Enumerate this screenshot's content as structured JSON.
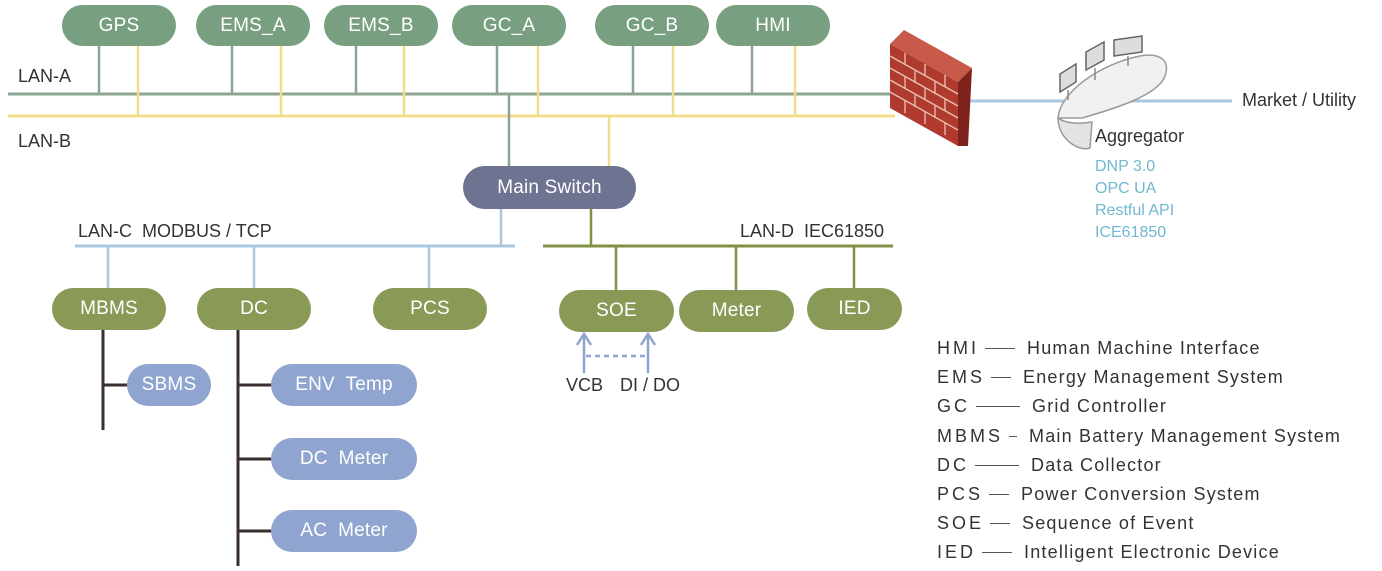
{
  "networks": {
    "lan_a": "LAN-A",
    "lan_b": "LAN-B",
    "lan_c": "LAN-C  MODBUS / TCP",
    "lan_d": "LAN-D  IEC61850"
  },
  "top_nodes": [
    "GPS",
    "EMS_A",
    "EMS_B",
    "GC_A",
    "GC_B",
    "HMI"
  ],
  "main_switch": "Main Switch",
  "lan_c_nodes": [
    "MBMS",
    "DC",
    "PCS"
  ],
  "lan_d_nodes": [
    "SOE",
    "Meter",
    "IED"
  ],
  "mbms_children": [
    "SBMS"
  ],
  "dc_children": [
    "ENV  Temp",
    "DC  Meter",
    "AC  Meter"
  ],
  "soe_inputs": [
    "VCB",
    "DI / DO"
  ],
  "external": {
    "aggregator": "Aggregator",
    "market": "Market / Utility",
    "protocols": [
      "DNP 3.0",
      "OPC UA",
      "Restful API",
      "ICE61850"
    ]
  },
  "legend": [
    {
      "abbr": "HMI",
      "desc": "Human Machine Interface"
    },
    {
      "abbr": "EMS",
      "desc": "Energy Management System"
    },
    {
      "abbr": "GC",
      "desc": "Grid Controller"
    },
    {
      "abbr": "MBMS",
      "desc": "Main Battery Management System"
    },
    {
      "abbr": "DC",
      "desc": "Data Collector"
    },
    {
      "abbr": "PCS",
      "desc": "Power Conversion System"
    },
    {
      "abbr": "SOE",
      "desc": "Sequence of Event"
    },
    {
      "abbr": "IED",
      "desc": "Intelligent Electronic Device"
    }
  ],
  "colors": {
    "lan_a_line": "#8aa590",
    "lan_b_line": "#f3dc8a",
    "lan_c_line": "#a9c8e0",
    "lan_d_line": "#7f9245",
    "tree_line": "#3b2e2e",
    "top_node": "#78a080",
    "field_node": "#899a57",
    "sub_node": "#8fa5cf",
    "switch_node": "#6e7392",
    "protocol_text": "#6fb8cf",
    "firewall": "#b03a2e"
  }
}
